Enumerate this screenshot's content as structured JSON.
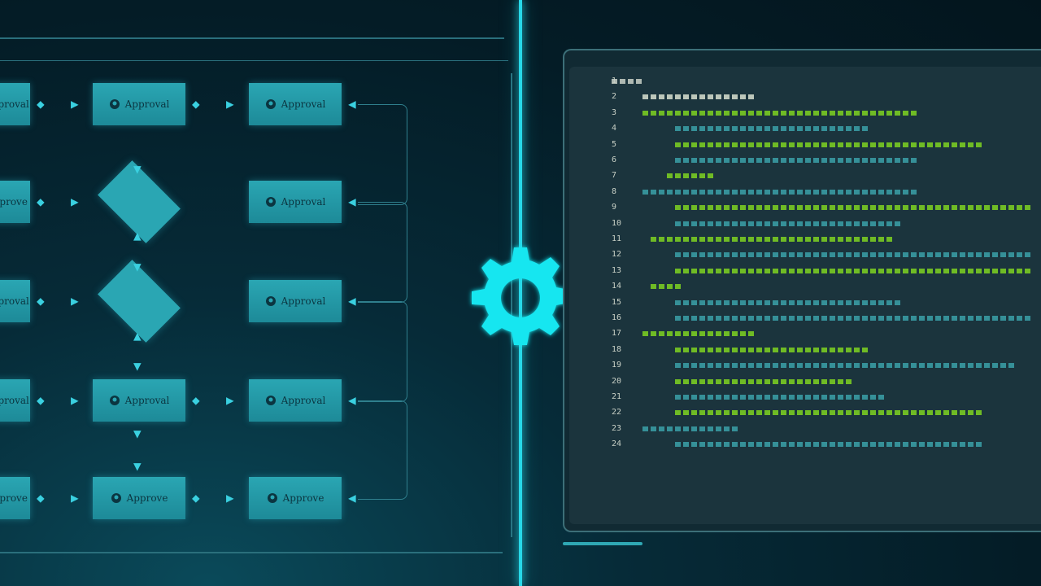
{
  "colors": {
    "accent": "#27d8e8",
    "node_fill": "#2aa6b3",
    "code_bg": "#1b343d",
    "code_green": "#7ed321",
    "code_teal": "#3aa0a8"
  },
  "flowchart": {
    "rows": [
      {
        "nodes": [
          "Approval",
          "Approval",
          "Approval"
        ]
      },
      {
        "nodes": [
          "Approve",
          "",
          "Approval"
        ]
      },
      {
        "nodes": [
          "Approval",
          "",
          "Approval"
        ]
      },
      {
        "nodes": [
          "Approval",
          "Approval",
          "Approval"
        ]
      },
      {
        "nodes": [
          "Approve",
          "Approve",
          "Approve"
        ]
      }
    ]
  },
  "gear": {
    "icon": "gear-icon"
  },
  "code": {
    "line_numbers": [
      "1",
      "2",
      "3",
      "4",
      "5",
      "6",
      "7",
      "8",
      "9",
      "10",
      "11",
      "12",
      "13",
      "14",
      "15",
      "16",
      "17",
      "18",
      "19",
      "20",
      "21",
      "22",
      "23",
      "24"
    ]
  }
}
